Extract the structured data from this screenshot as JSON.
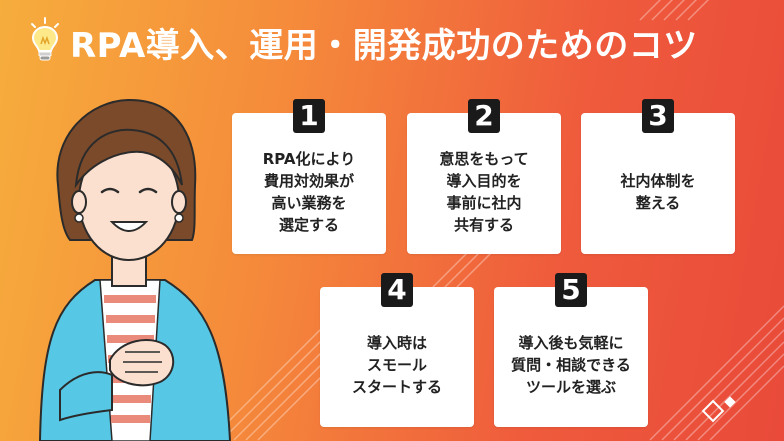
{
  "title": "RPA導入、運用・開発成功のためのコツ",
  "ghost_text": "",
  "cards": [
    {
      "number": "1",
      "text": "RPA化により\n費用対効果が\n高い業務を\n選定する"
    },
    {
      "number": "2",
      "text": "意思をもって\n導入目的を\n事前に社内\n共有する"
    },
    {
      "number": "3",
      "text": "社内体制を\n整える"
    },
    {
      "number": "4",
      "text": "導入時は\nスモール\nスタートする"
    },
    {
      "number": "5",
      "text": "導入後も気軽に\n質問・相談できる\nツールを選ぶ"
    }
  ],
  "colors": {
    "background_start": "#f6ad3c",
    "background_end": "#e94a3a",
    "card": "#ffffff",
    "badge": "#1a1a1a",
    "person_top": "#56c8e6"
  },
  "icons": [
    "lightbulb-icon",
    "sparkle-icon"
  ]
}
